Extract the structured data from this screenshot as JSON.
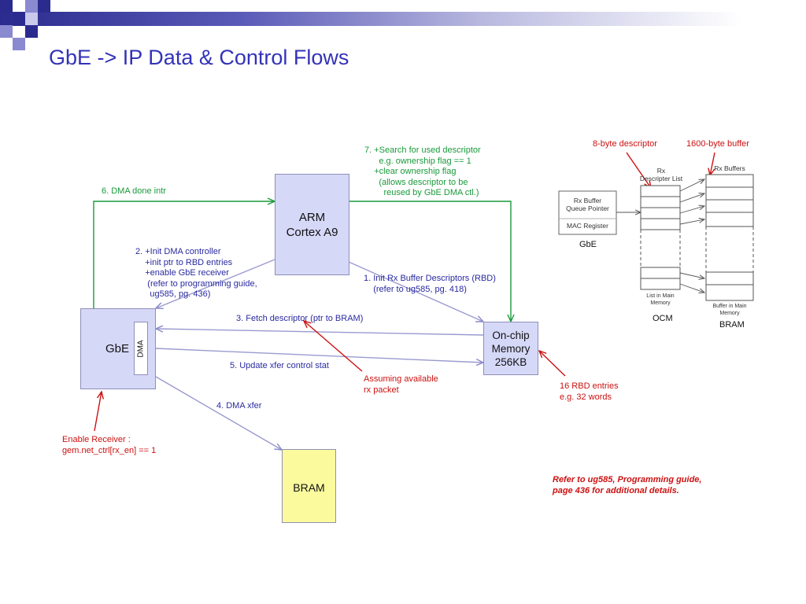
{
  "title": "GbE -> IP Data & Control Flows",
  "blocks": {
    "arm": "ARM\nCortex A9",
    "gbe": "GbE",
    "dma": "DMA",
    "ocm": "On-chip\nMemory\n256KB",
    "bram": "BRAM"
  },
  "flows": {
    "step1": "1. Init Rx Buffer Descriptors (RBD)\n    (refer to ug585, pg. 418)",
    "step2": "2. +Init DMA controller\n    +init ptr to RBD entries\n    +enable GbE receiver\n     (refer to programming guide,\n      ug585, pg. 436)",
    "step3": "3. Fetch descriptor (ptr to BRAM)",
    "step4": "4. DMA xfer",
    "step5": "5. Update xfer control stat",
    "step6": "6. DMA done intr",
    "step7": "7. +Search for used descriptor\n      e.g. ownership flag == 1\n    +clear ownership flag\n      (allows descriptor to be\n        reused by GbE DMA ctl.)"
  },
  "notes": {
    "assuming": "Assuming available\nrx packet",
    "rbd_entries": "16 RBD entries\ne.g. 32 words",
    "enable_receiver": "Enable Receiver :\ngem.net_ctrl[rx_en] == 1",
    "refer": "Refer to ug585, Programming guide,\npage 436 for additional details.",
    "desc_8byte": "8-byte descriptor",
    "buf_1600": "1600-byte buffer"
  },
  "inset": {
    "queue_pointer": "Rx Buffer\nQueue Pointer",
    "mac_register": "MAC Register",
    "gbe": "GbE",
    "rx_descriptor_list": "Rx\nDescripter List",
    "rx_buffers": "Rx Buffers",
    "list_in_main": "List in Main\nMemory",
    "buffer_in_main": "Buffer in Main\nMemory",
    "ocm": "OCM",
    "bram": "BRAM"
  },
  "colors": {
    "title": "#3333b8",
    "control_flow": "#1a9a3a",
    "data_flow": "#9a9ad0",
    "annotation": "#cc1111",
    "block_fill": "#d6d8f8",
    "bram_fill": "#fbfb9e"
  }
}
